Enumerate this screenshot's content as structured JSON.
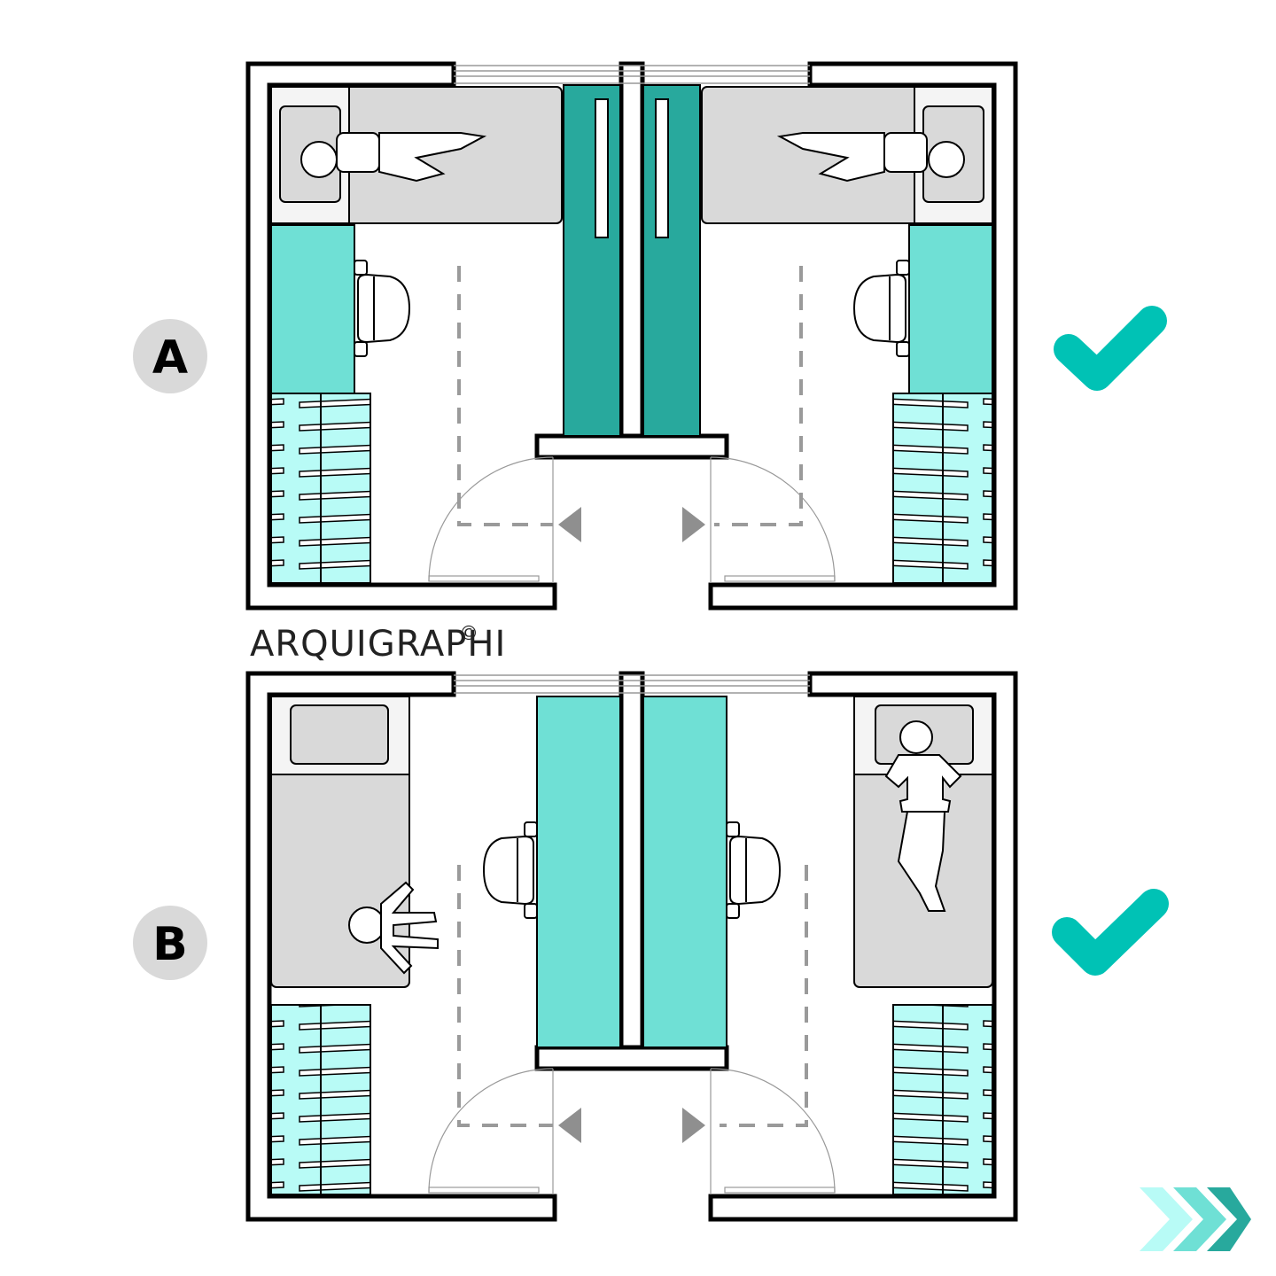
{
  "colors": {
    "wall": "#000000",
    "wardrobe": "#b8fbf6",
    "desk": "#6fe0d5",
    "desk_dark": "#28a99d",
    "bed": "#d9d9d9",
    "pillow_area": "#f2f2f2",
    "check": "#00c2b5",
    "dashed": "#9a9a9a",
    "arrow": "#8f8f8f",
    "badge_bg": "#d9d9d9",
    "chevron_1": "#b8fbf6",
    "chevron_2": "#6fe0d5",
    "chevron_3": "#28a99d"
  },
  "plans": [
    {
      "label": "A",
      "icon": "check-icon"
    },
    {
      "label": "B",
      "icon": "check-icon"
    }
  ],
  "brand": {
    "name": "ARQUIGRAPHI",
    "copyright": "©"
  },
  "nav": {
    "icon": "triple-chevron-right-icon"
  }
}
